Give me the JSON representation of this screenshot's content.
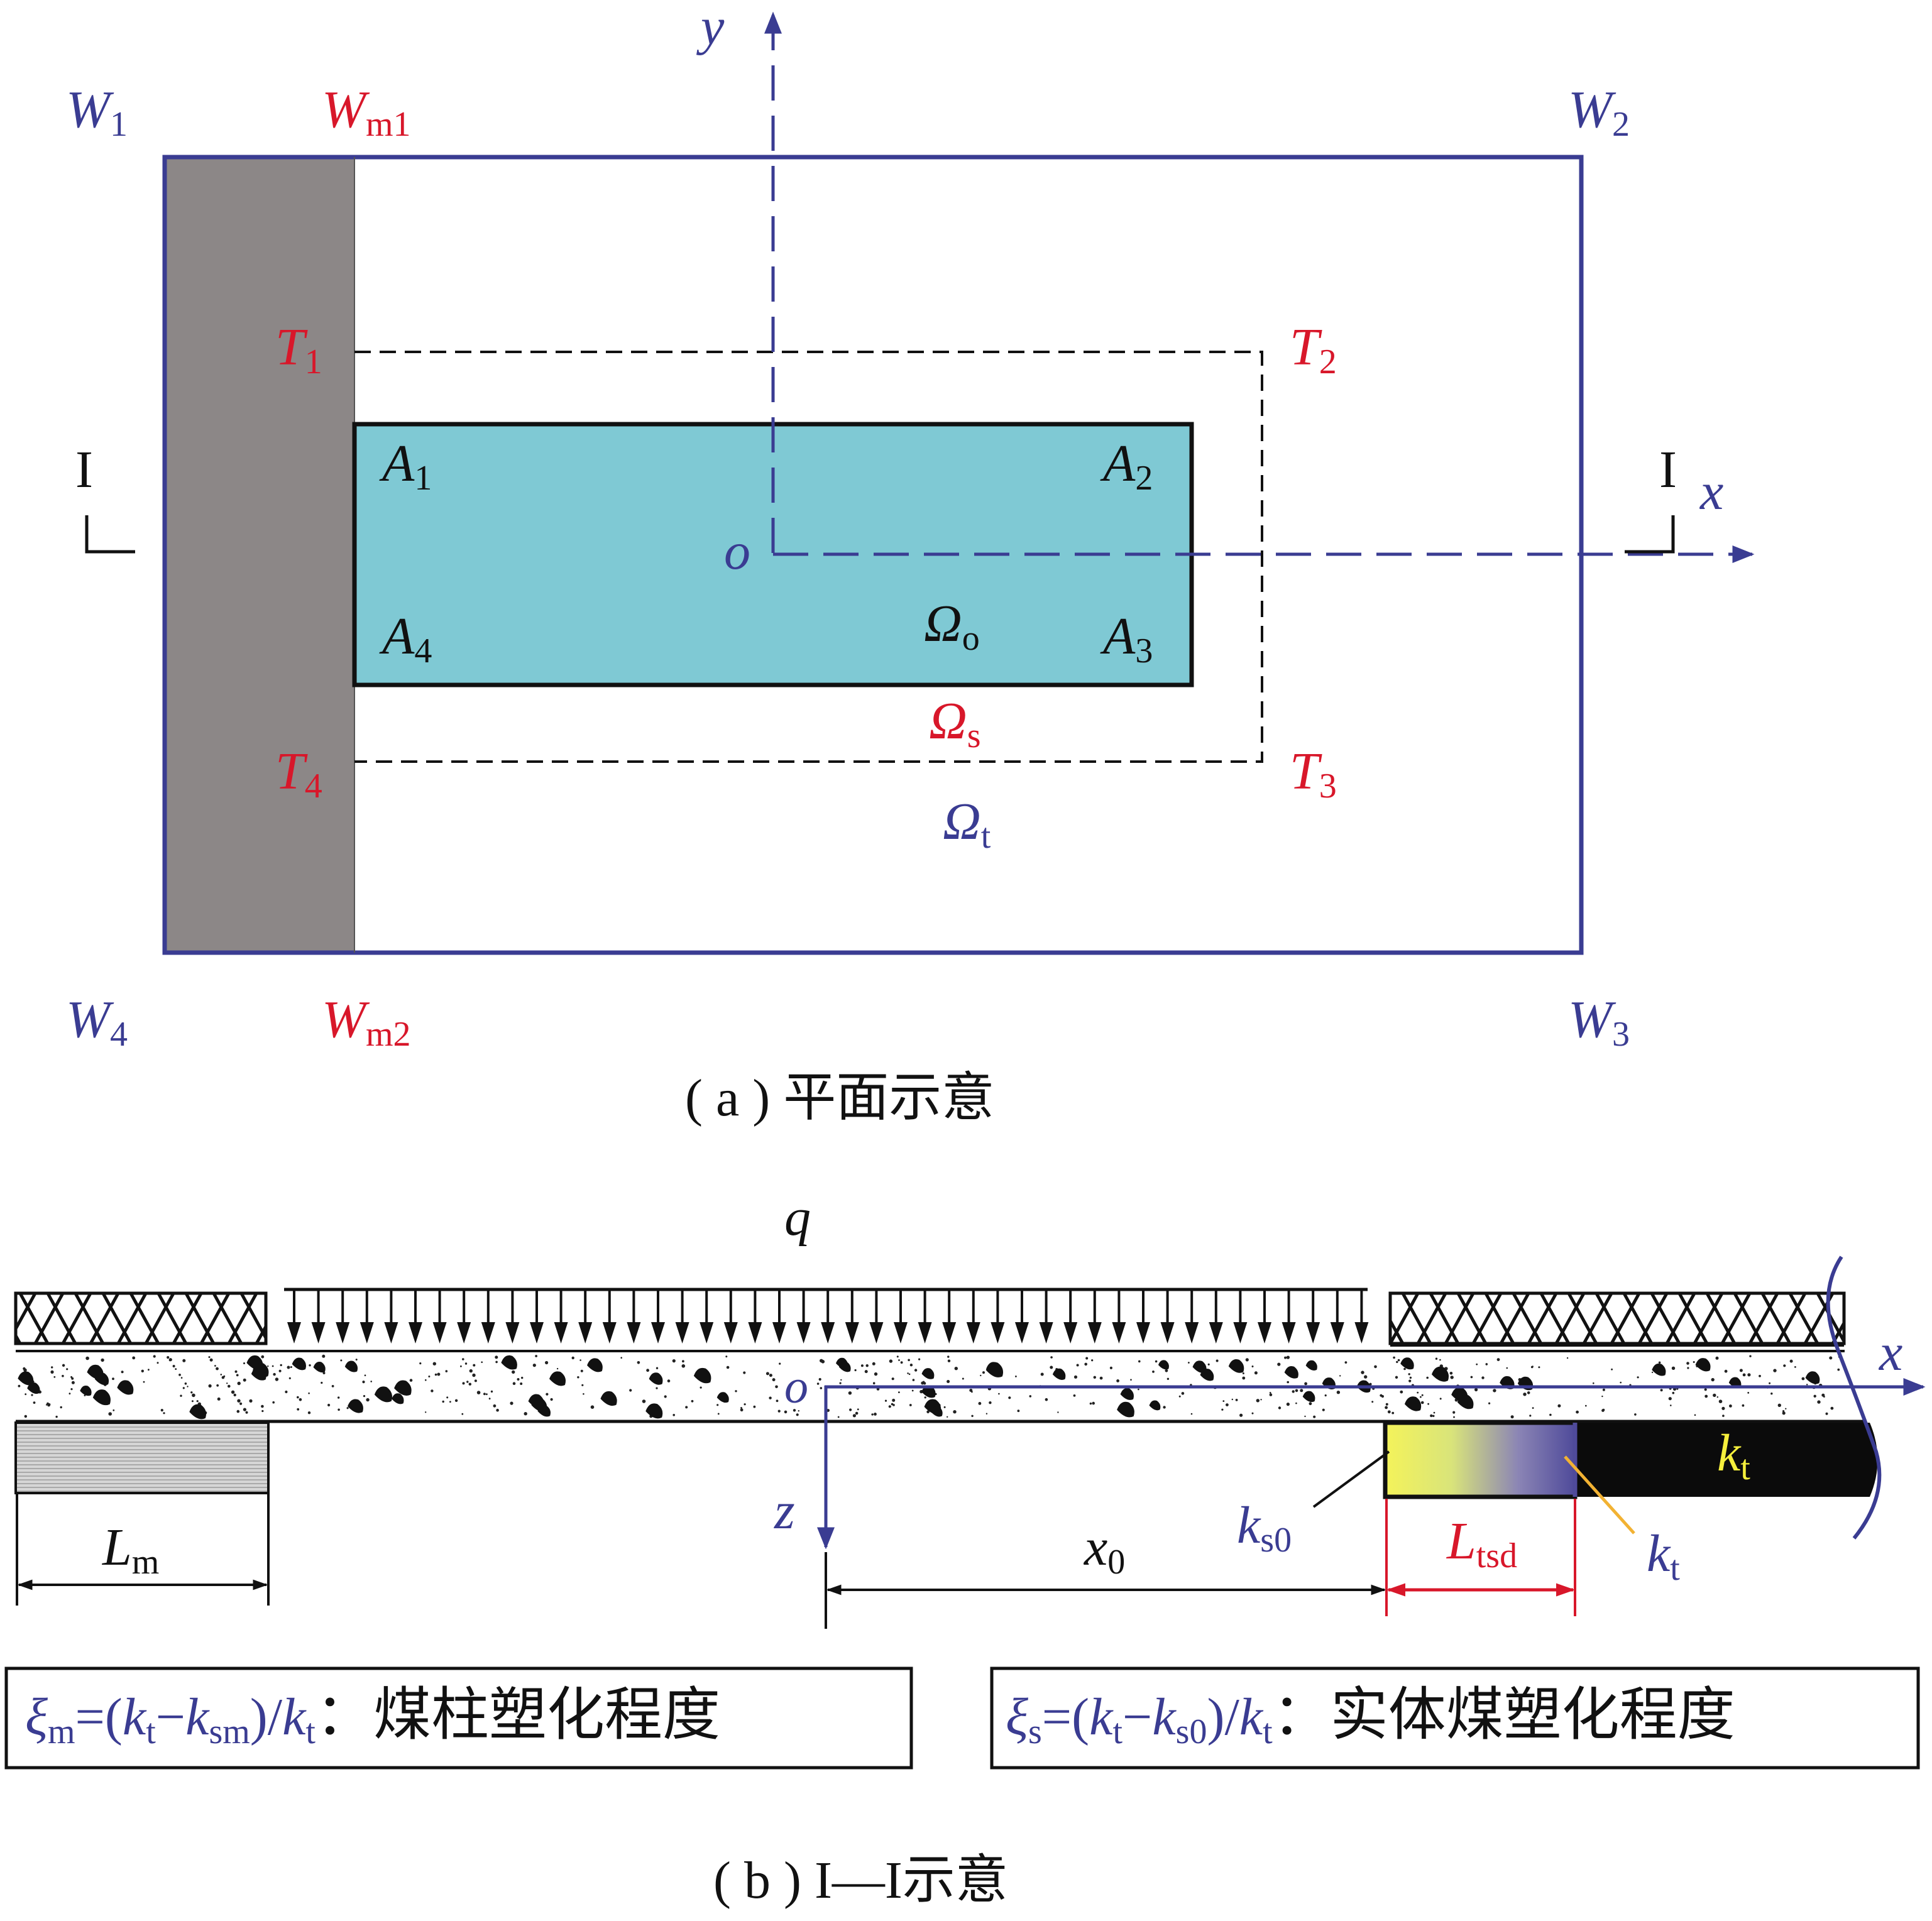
{
  "colors": {
    "blue": "#3a3c92",
    "red": "#d8172a",
    "black": "#111111",
    "goaf_gray": "#8c8787",
    "area_cyan": "#7fc9d4",
    "pillar_gray": "#cfcfcf",
    "gradient_start": "#f4f35a",
    "gradient_end": "#4f4a9a",
    "kt_label_yellow": "#f5ef3c",
    "kt_pointer_orange": "#f2b233"
  },
  "plan": {
    "corners": {
      "w1": {
        "main": "W",
        "sub": "1"
      },
      "w2": {
        "main": "W",
        "sub": "2"
      },
      "w3": {
        "main": "W",
        "sub": "3"
      },
      "w4": {
        "main": "W",
        "sub": "4"
      }
    },
    "pillar_corners": {
      "wm1": {
        "main": "W",
        "sub": "m1"
      },
      "wm2": {
        "main": "W",
        "sub": "m2"
      }
    },
    "transition_corners": {
      "t1": {
        "main": "T",
        "sub": "1"
      },
      "t2": {
        "main": "T",
        "sub": "2"
      },
      "t3": {
        "main": "T",
        "sub": "3"
      },
      "t4": {
        "main": "T",
        "sub": "4"
      }
    },
    "area_corners": {
      "a1": {
        "main": "A",
        "sub": "1"
      },
      "a2": {
        "main": "A",
        "sub": "2"
      },
      "a3": {
        "main": "A",
        "sub": "3"
      },
      "a4": {
        "main": "A",
        "sub": "4"
      }
    },
    "regions": {
      "omega_o": {
        "main": "Ω",
        "sub": "o"
      },
      "omega_s": {
        "main": "Ω",
        "sub": "s"
      },
      "omega_t": {
        "main": "Ω",
        "sub": "t"
      }
    },
    "axes": {
      "x": "x",
      "y": "y",
      "origin": "o"
    },
    "section_marks": {
      "left": "I",
      "right": "I"
    },
    "caption": "( a ) 平面示意"
  },
  "section": {
    "load": "q",
    "axes": {
      "x": "x",
      "z": "z",
      "origin": "o"
    },
    "dims": {
      "lm": {
        "main": "L",
        "sub": "m"
      },
      "x0": {
        "main": "x",
        "sub": "0"
      },
      "ltsd": {
        "main": "L",
        "sub": "tsd"
      }
    },
    "labels": {
      "ks0": {
        "main": "k",
        "sub": "s0"
      },
      "kt_pointer": {
        "main": "k",
        "sub": "t"
      },
      "kt_black": {
        "main": "k",
        "sub": "t"
      }
    },
    "formula_left": {
      "xi": "ξ",
      "xi_sub": "m",
      "eq_open": "=(",
      "k1": "k",
      "k1_sub": "t",
      "minus": "−",
      "k2": "k",
      "k2_sub": "sm",
      "close_div": ")/",
      "k3": "k",
      "k3_sub": "t",
      "colon": "：",
      "desc": "煤柱塑化程度"
    },
    "formula_right": {
      "xi": "ξ",
      "xi_sub": "s",
      "eq_open": "=(",
      "k1": "k",
      "k1_sub": "t",
      "minus": "−",
      "k2": "k",
      "k2_sub": "s0",
      "close_div": ")/",
      "k3": "k",
      "k3_sub": "t",
      "colon": "：",
      "desc": "实体煤塑化程度"
    },
    "caption": "( b ) I—I示意"
  }
}
